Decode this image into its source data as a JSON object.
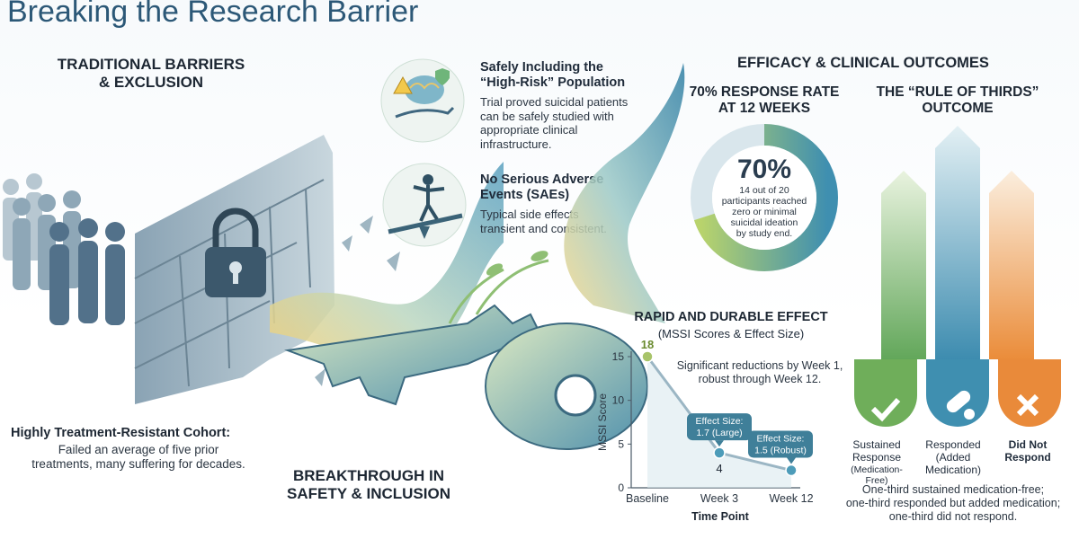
{
  "title": "Breaking the Research Barrier",
  "left": {
    "heading_line1": "TRADITIONAL BARRIERS",
    "heading_line2": "& EXCLUSION",
    "cohort_title": "Highly Treatment-Resistant Cohort:",
    "cohort_line1": "Failed an average of five prior",
    "cohort_line2": "treatments, many suffering for decades."
  },
  "middle": {
    "safety": {
      "title_line1": "Safely Including the",
      "title_line2": "“High-Risk” Population",
      "desc_line1": "Trial proved suicidal patients",
      "desc_line2": "can be safely studied with",
      "desc_line3": "appropriate clinical",
      "desc_line4": "infrastructure."
    },
    "sae": {
      "title_line1": "No Serious Adverse",
      "title_line2": "Events (SAEs)",
      "desc_line1": "Typical side effects",
      "desc_line2": "transient and consistent."
    },
    "breakthrough_line1": "BREAKTHROUGH IN",
    "breakthrough_line2": "SAFETY & INCLUSION"
  },
  "right": {
    "heading": "EFFICACY & CLINICAL OUTCOMES",
    "response": {
      "title_line1": "70% RESPONSE RATE",
      "title_line2": "AT 12 WEEKS",
      "big_value": "70%",
      "desc_line1": "14 out of 20",
      "desc_line2": "participants reached",
      "desc_line3": "zero or minimal",
      "desc_line4": "suicidal ideation",
      "desc_line5": "by study end."
    },
    "thirds": {
      "title_line1": "THE “RULE OF THIRDS”",
      "title_line2": "OUTCOME",
      "labels": [
        {
          "line1": "Sustained",
          "line2": "Response",
          "line3": "(Medication-Free)"
        },
        {
          "line1": "Responded",
          "line2": "(Added",
          "line3": "Medication)"
        },
        {
          "line1": "Did Not",
          "line2": "Respond",
          "line3": ""
        }
      ],
      "summary_line1": "One-third sustained medication-free;",
      "summary_line2": "one-third responded but added medication;",
      "summary_line3": "one-third did not respond.",
      "colors": [
        "#6fae5a",
        "#3f8fb0",
        "#e98a3a"
      ]
    },
    "effect": {
      "title": "RAPID AND DURABLE EFFECT",
      "subtitle": "(MSSI Scores & Effect Size)",
      "note_line1": "Significant reductions by Week 1,",
      "note_line2": "robust through Week 12."
    }
  },
  "chart_data": {
    "type": "line",
    "categories": [
      "Baseline",
      "Week 3",
      "Week 12"
    ],
    "values": [
      18,
      4,
      2
    ],
    "value_labels": [
      "18",
      "4",
      ""
    ],
    "xlabel": "Time Point",
    "ylabel": "MSSI Score",
    "ylim": [
      0,
      15
    ],
    "yticks": [
      0,
      5,
      10,
      15
    ],
    "annotations": [
      {
        "line1": "Effect Size:",
        "line2": "1.7 (Large)",
        "at": "Week 3"
      },
      {
        "line1": "Effect Size:",
        "line2": "1.5 (Robust)",
        "at": "Week 12"
      }
    ],
    "colors": {
      "line": "#9bb6c4",
      "point1": "#a8c46a",
      "point": "#4d9cb9"
    }
  },
  "donut": {
    "percent": 70
  }
}
